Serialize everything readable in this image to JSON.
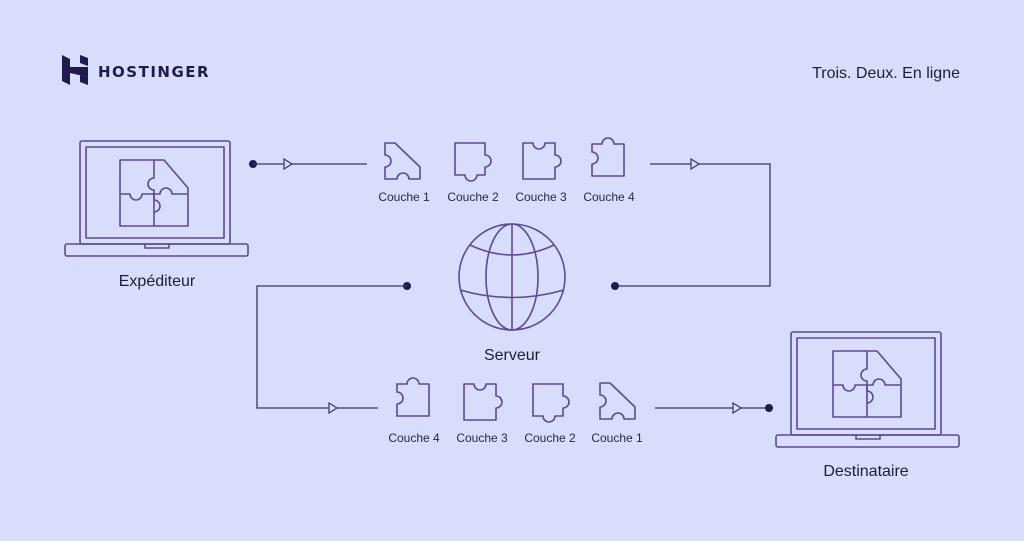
{
  "brand": {
    "name": "HOSTINGER"
  },
  "tagline": "Trois. Deux. En ligne",
  "sender": {
    "label": "Expéditeur"
  },
  "server": {
    "label": "Serveur"
  },
  "recipient": {
    "label": "Destinataire"
  },
  "top_layers": [
    "Couche 1",
    "Couche 2",
    "Couche 3",
    "Couche 4"
  ],
  "bottom_layers": [
    "Couche 4",
    "Couche 3",
    "Couche 2",
    "Couche 1"
  ],
  "colors": {
    "background": "#d7ddfb",
    "stroke": "#5b4a95",
    "dot": "#1f1b4f"
  }
}
